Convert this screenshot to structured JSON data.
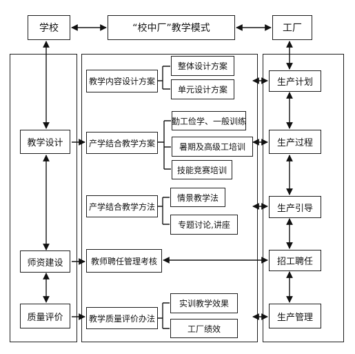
{
  "top": {
    "school": "学校",
    "mode": "“校中厂”教学模式",
    "factory": "工厂"
  },
  "left_column": {
    "teaching_design": "教学设计",
    "faculty_building": "师资建设",
    "quality_eval": "质量评价"
  },
  "middle_column": {
    "content_plan": "教学内容设计方案",
    "integration_plan": "产学结合教学方案",
    "integration_method": "产学结合教学方法",
    "hiring_assessment": "教师聘任管理考核",
    "quality_method": "教学质量评价办法"
  },
  "sub_items": {
    "overall_plan": "整体设计方案",
    "unit_plan": "单元设计方案",
    "work_study": "勤工俭学、一般训练",
    "summer_training": "暑期及高级工培训",
    "skill_competition": "技能竞赛培训",
    "scenario_method": "情景教学法",
    "topic_discussion": "专题讨论,讲座",
    "practical_effect": "实训教学效果",
    "factory_performance": "工厂绩效"
  },
  "right_column": {
    "production_plan": "生产计划",
    "production_process": "生产过程",
    "production_guidance": "生产引导",
    "recruitment": "招工聘任",
    "production_management": "生产管理"
  }
}
